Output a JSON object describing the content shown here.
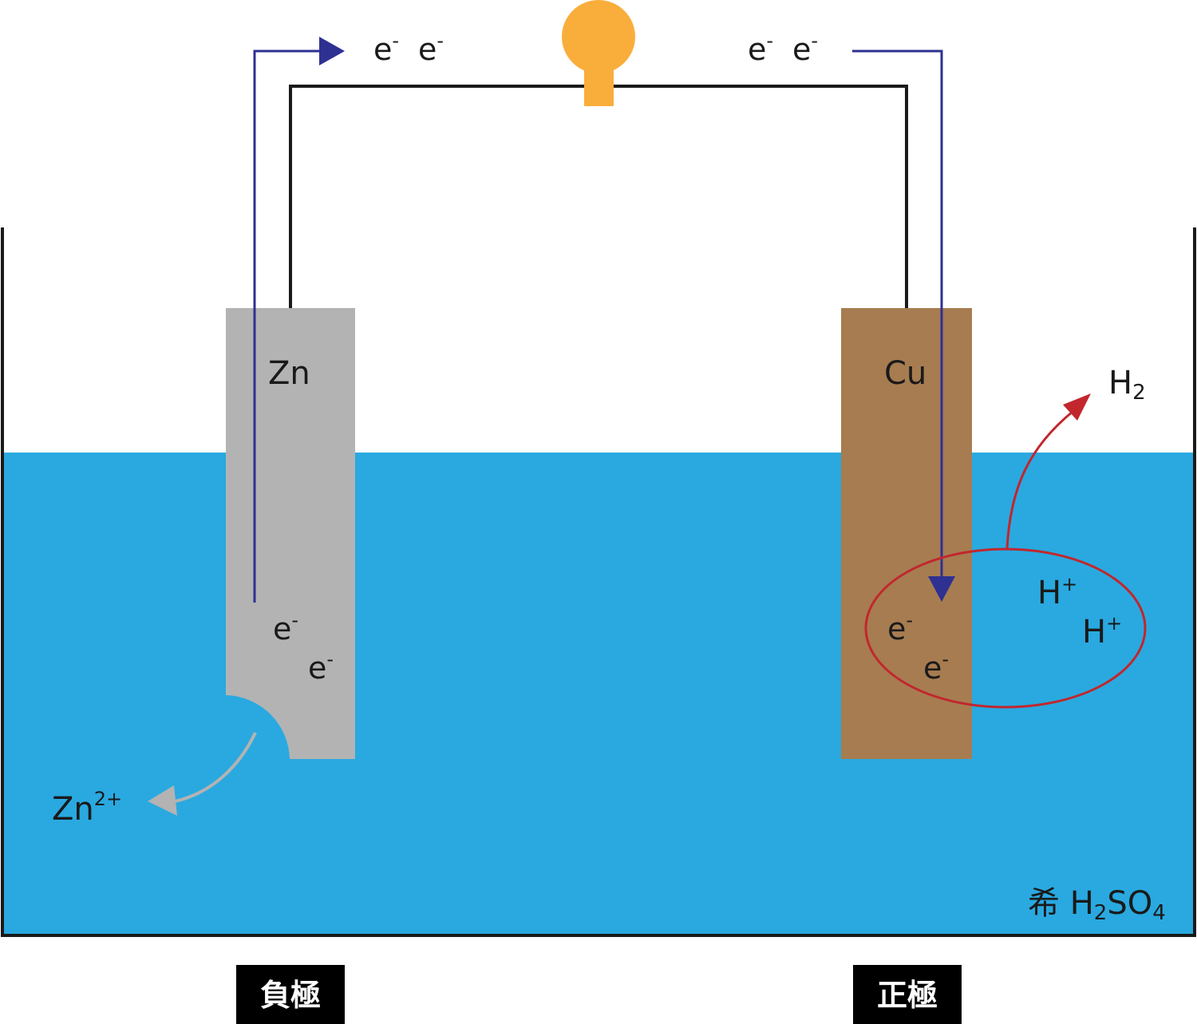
{
  "colors": {
    "electrolyte": "#29a9e0",
    "zinc": "#b3b3b3",
    "copper": "#a77c51",
    "bulb": "#f9ae3b",
    "wire": "#1a1a1a",
    "electron_flow": "#2e3192",
    "hydrogen_path": "#c1272d",
    "zinc_ion_arrow": "#b3b3b3",
    "badge_bg": "#000000"
  },
  "icons": {
    "bulb": "light-bulb-icon"
  },
  "labels": {
    "zinc_electrode": "Zn",
    "copper_electrode": "Cu",
    "electron": "e",
    "electron_charge": "-",
    "hydrogen_ion": "H",
    "hydrogen_ion_charge": "+",
    "hydrogen_gas": "H",
    "hydrogen_gas_subscript": "2",
    "zinc_ion": "Zn",
    "zinc_ion_charge": "2+",
    "electrolyte_prefix": "希 H",
    "electrolyte_sub1": "2",
    "electrolyte_mid": "SO",
    "electrolyte_sub2": "4",
    "negative_electrode": "負極",
    "positive_electrode": "正極"
  }
}
